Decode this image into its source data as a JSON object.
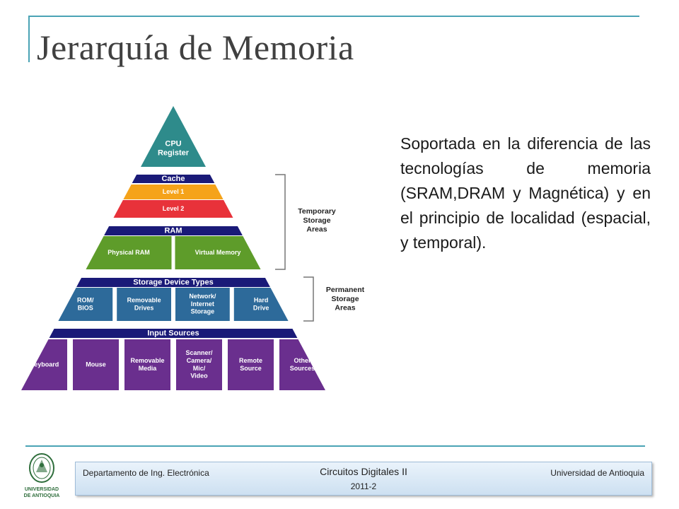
{
  "slide": {
    "title": "Jerarquía de Memoria",
    "body": "Soportada en la diferencia de las tecnologías de memoria (SRAM,DRAM y Magnética) y en el principio de localidad (espacial, y temporal)."
  },
  "pyramid": {
    "cpu": [
      "CPU",
      "Register"
    ],
    "cache_header": "Cache",
    "cache_l1": "Level 1",
    "cache_l2": "Level 2",
    "ram_header": "RAM",
    "ram_items": [
      [
        "Physical RAM"
      ],
      [
        "Virtual Memory"
      ]
    ],
    "storage_header": "Storage Device Types",
    "storage_items": [
      [
        "ROM/",
        "BIOS"
      ],
      [
        "Removable",
        "Drives"
      ],
      [
        "Network/",
        "Internet",
        "Storage"
      ],
      [
        "Hard",
        "Drive"
      ]
    ],
    "input_header": "Input Sources",
    "input_items": [
      [
        "Keyboard"
      ],
      [
        "Mouse"
      ],
      [
        "Removable",
        "Media"
      ],
      [
        "Scanner/",
        "Camera/",
        "Mic/",
        "Video"
      ],
      [
        "Remote",
        "Source"
      ],
      [
        "Other",
        "Sources"
      ]
    ],
    "temporary_label": [
      "Temporary",
      "Storage",
      "Areas"
    ],
    "permanent_label": [
      "Permanent",
      "Storage",
      "Areas"
    ],
    "colors": {
      "cpu": "#2e8b8b",
      "header": "#1a1a78",
      "level1": "#f5a31a",
      "level2": "#e8323a",
      "ram": "#5e9c2a",
      "storage": "#2d6a9a",
      "input": "#6a2f8e",
      "text": "#ffffff",
      "bracket": "#777777",
      "label": "#222222"
    }
  },
  "footer": {
    "department": "Departamento de Ing. Electrónica",
    "course": "Circuitos Digitales II",
    "term": "2011-2",
    "university": "Universidad de Antioquia"
  },
  "logo": {
    "line1": "UNIVERSIDAD",
    "line2": "DE ANTIOQUIA",
    "color": "#2f6e3c"
  }
}
